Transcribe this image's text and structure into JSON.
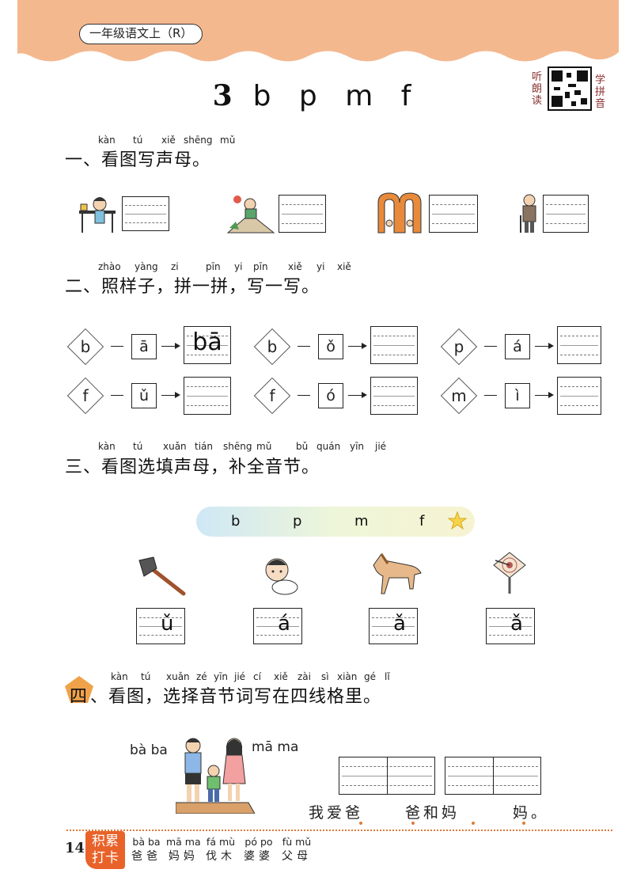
{
  "header": {
    "grade_label": "一年级语文上（R）",
    "accent": "#f4b88f"
  },
  "lesson": {
    "number": "3",
    "letters": "b p m f"
  },
  "qr": {
    "left_text": "听朗读",
    "right_text": "学拼音",
    "icon": "qr-code-icon"
  },
  "sec1": {
    "pinyin": [
      "kàn",
      "tú",
      "xiě",
      "shēng",
      "mǔ"
    ],
    "title": "一、看图写声母。"
  },
  "sec2": {
    "pinyin": [
      "zhào",
      "yàng",
      "zi",
      "pīn",
      "yi",
      "pīn",
      "xiě",
      "yi",
      "xiě"
    ],
    "title": "二、照样子，拼一拼，写一写。",
    "row1": [
      {
        "initial": "b",
        "final": "ā",
        "answer": "bā"
      },
      {
        "initial": "b",
        "final": "ǒ",
        "answer": ""
      },
      {
        "initial": "p",
        "final": "á",
        "answer": ""
      }
    ],
    "row2": [
      {
        "initial": "f",
        "final": "ǔ",
        "answer": ""
      },
      {
        "initial": "f",
        "final": "ó",
        "answer": ""
      },
      {
        "initial": "m",
        "final": "ì",
        "answer": ""
      }
    ]
  },
  "sec3": {
    "pinyin": [
      "kàn",
      "tú",
      "xuǎn",
      "tián",
      "shēng",
      "mǔ",
      "bǔ",
      "quán",
      "yīn",
      "jié"
    ],
    "title": "三、看图选填声母，补全音节。",
    "choices": [
      "b",
      "p",
      "m",
      "f"
    ],
    "finals": [
      "ǔ",
      "á",
      "ǎ",
      "ǎ"
    ]
  },
  "sec4": {
    "pinyin": [
      "kàn",
      "tú",
      "xuǎn",
      "zé",
      "yīn",
      "jié",
      "cí",
      "xiě",
      "zài",
      "sì",
      "xiàn",
      "gé",
      "lǐ"
    ],
    "number": "四",
    "title": "、看图，选择音节词写在四线格里。",
    "word_left": "bà ba",
    "word_right": "mā ma",
    "sentence": [
      "我爱爸",
      "爸和妈",
      "妈。"
    ]
  },
  "footer": {
    "page_number": "14",
    "badge": "积累打卡",
    "words": [
      {
        "pinyin": "bà ba",
        "hanzi": "爸爸"
      },
      {
        "pinyin": "mā ma",
        "hanzi": "妈妈"
      },
      {
        "pinyin": "fá mù",
        "hanzi": "伐木"
      },
      {
        "pinyin": "pó po",
        "hanzi": "婆婆"
      },
      {
        "pinyin": "fù mǔ",
        "hanzi": "父母"
      }
    ]
  }
}
